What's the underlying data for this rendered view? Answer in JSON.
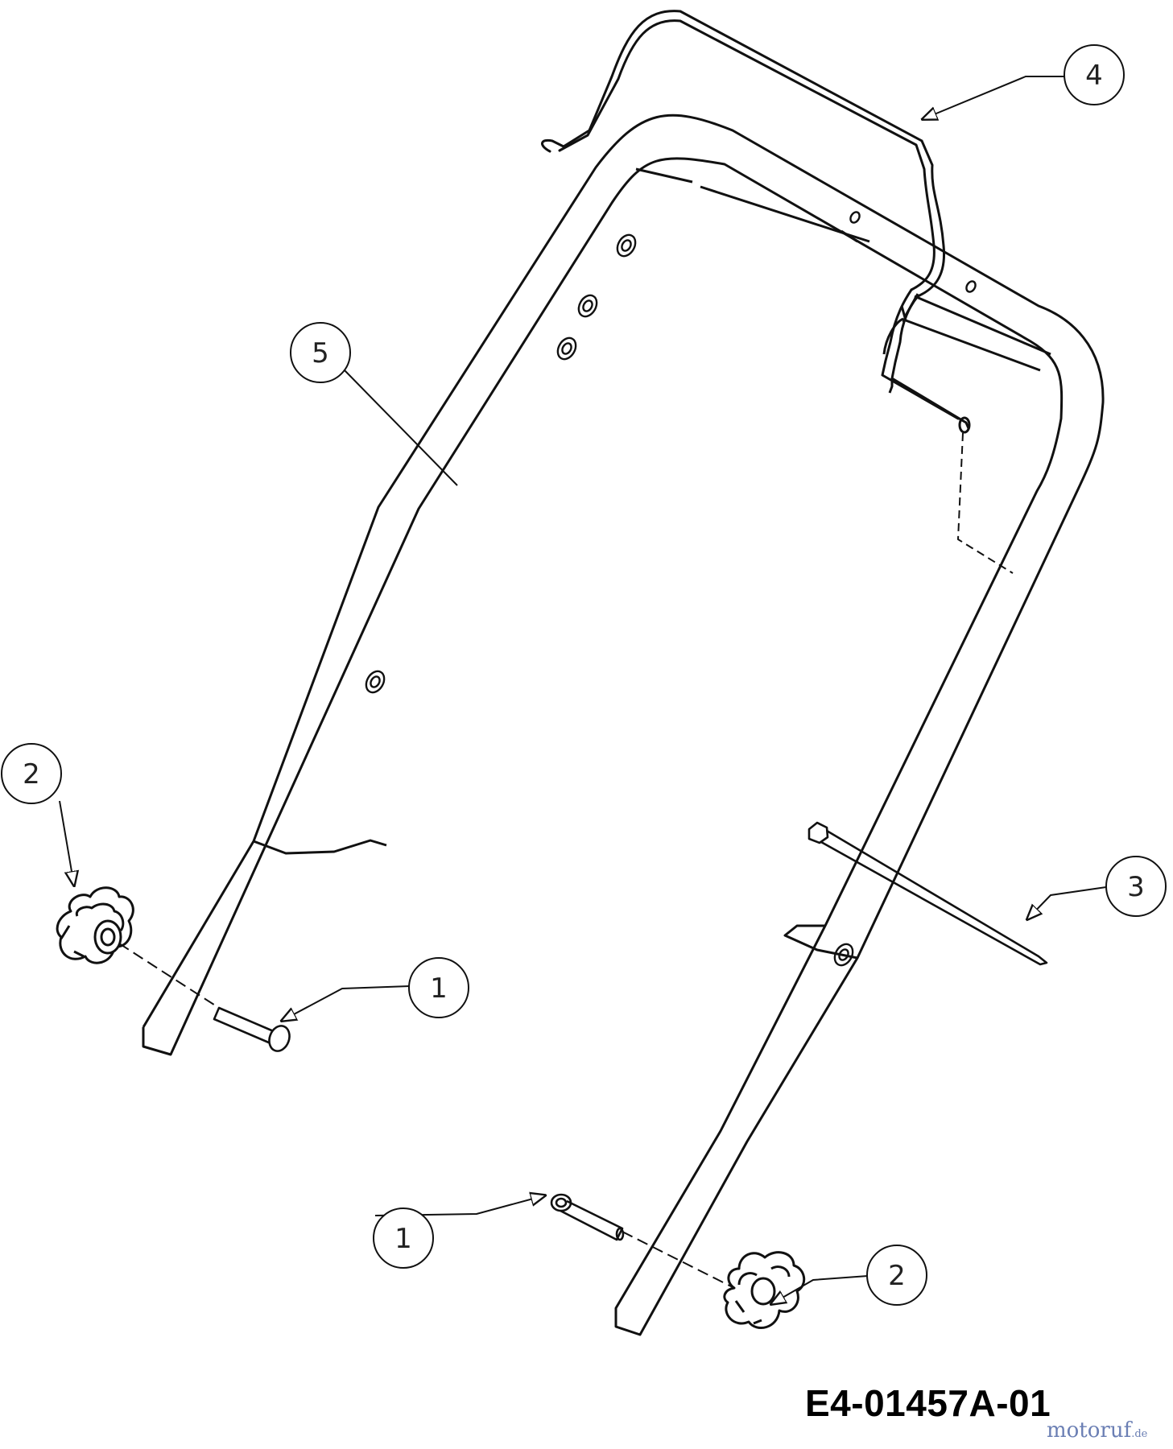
{
  "diagram": {
    "callouts": [
      {
        "id": "c1a",
        "label": "1"
      },
      {
        "id": "c1b",
        "label": "1"
      },
      {
        "id": "c2a",
        "label": "2"
      },
      {
        "id": "c2b",
        "label": "2"
      },
      {
        "id": "c3",
        "label": "3"
      },
      {
        "id": "c4",
        "label": "4"
      },
      {
        "id": "c5",
        "label": "5"
      }
    ],
    "drawing_code": "E4-01457A-01",
    "watermark": {
      "brand": "motoruf",
      "tld": ".de"
    }
  }
}
